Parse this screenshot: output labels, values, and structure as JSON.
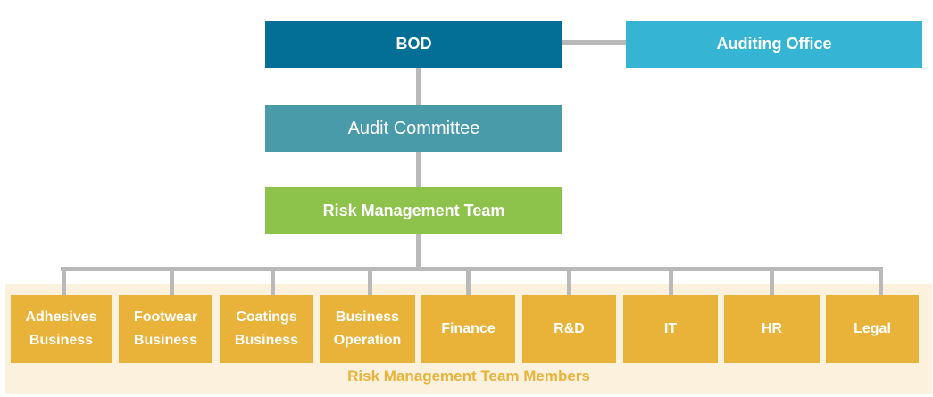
{
  "nodes": {
    "bod": "BOD",
    "auditing_office": "Auditing Office",
    "audit_committee": "Audit Committee",
    "risk_management_team": "Risk Management Team"
  },
  "members": [
    "Adhesives\nBusiness",
    "Footwear\nBusiness",
    "Coatings\nBusiness",
    "Business\nOperation",
    "Finance",
    "R&D",
    "IT",
    "HR",
    "Legal"
  ],
  "members_caption": "Risk Management Team Members",
  "colors": {
    "bod": "#036f97",
    "auditing_office": "#35b4d4",
    "audit_committee": "#4a9ba9",
    "risk_management_team": "#8dc34a",
    "member": "#e9b33a",
    "members_background": "#fbf1dd",
    "connector": "#b9b9b9"
  }
}
